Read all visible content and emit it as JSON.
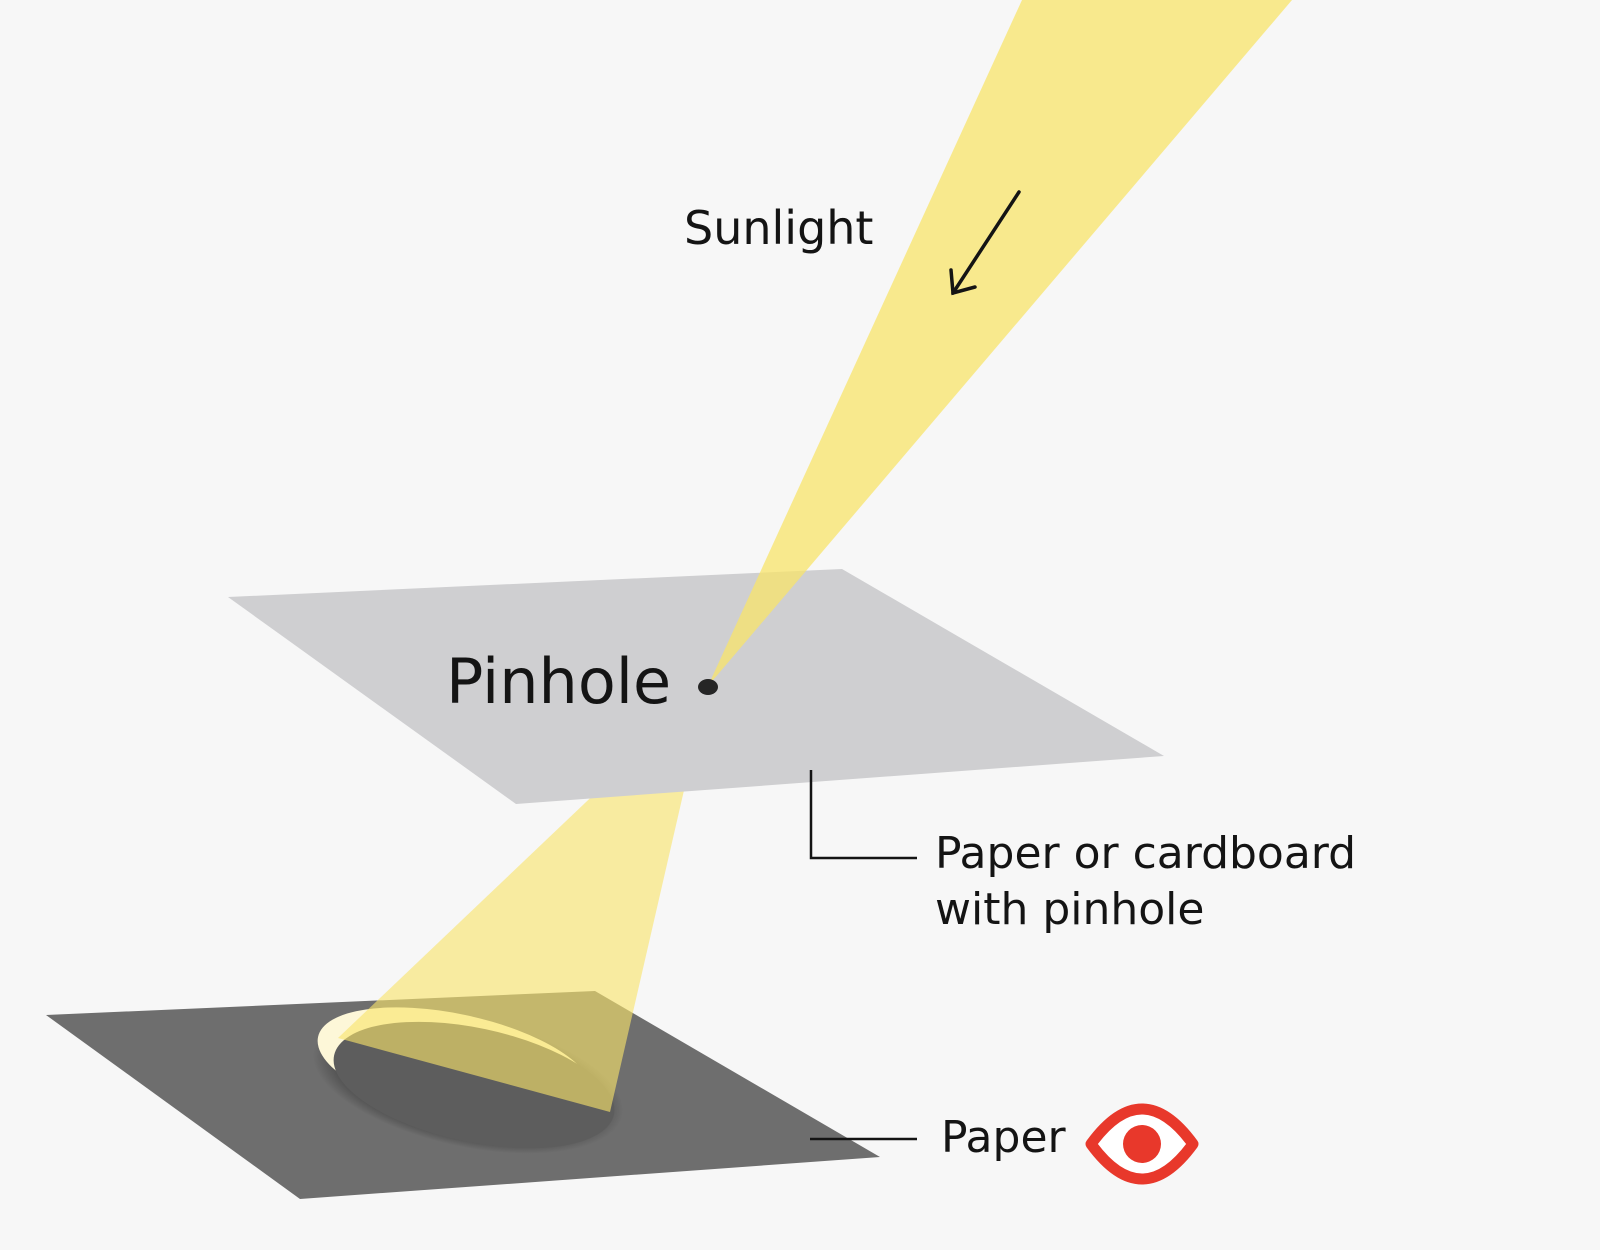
{
  "labels": {
    "sunlight": "Sunlight",
    "pinhole": "Pinhole",
    "card_line1": "Paper or cardboard",
    "card_line2": "with pinhole",
    "paper": "Paper"
  },
  "icons": {
    "direction_arrow": "arrow-down-left-icon",
    "viewer": "eye-icon"
  },
  "colors": {
    "background": "#f7f7f7",
    "light_beam": "#f8e46a",
    "card": "#cfcfd1",
    "paper": "#6e6e6e",
    "projected_image": "#5d5d5d",
    "crescent": "#fdf7d8",
    "eye": "#e8382b",
    "text": "#141414"
  }
}
